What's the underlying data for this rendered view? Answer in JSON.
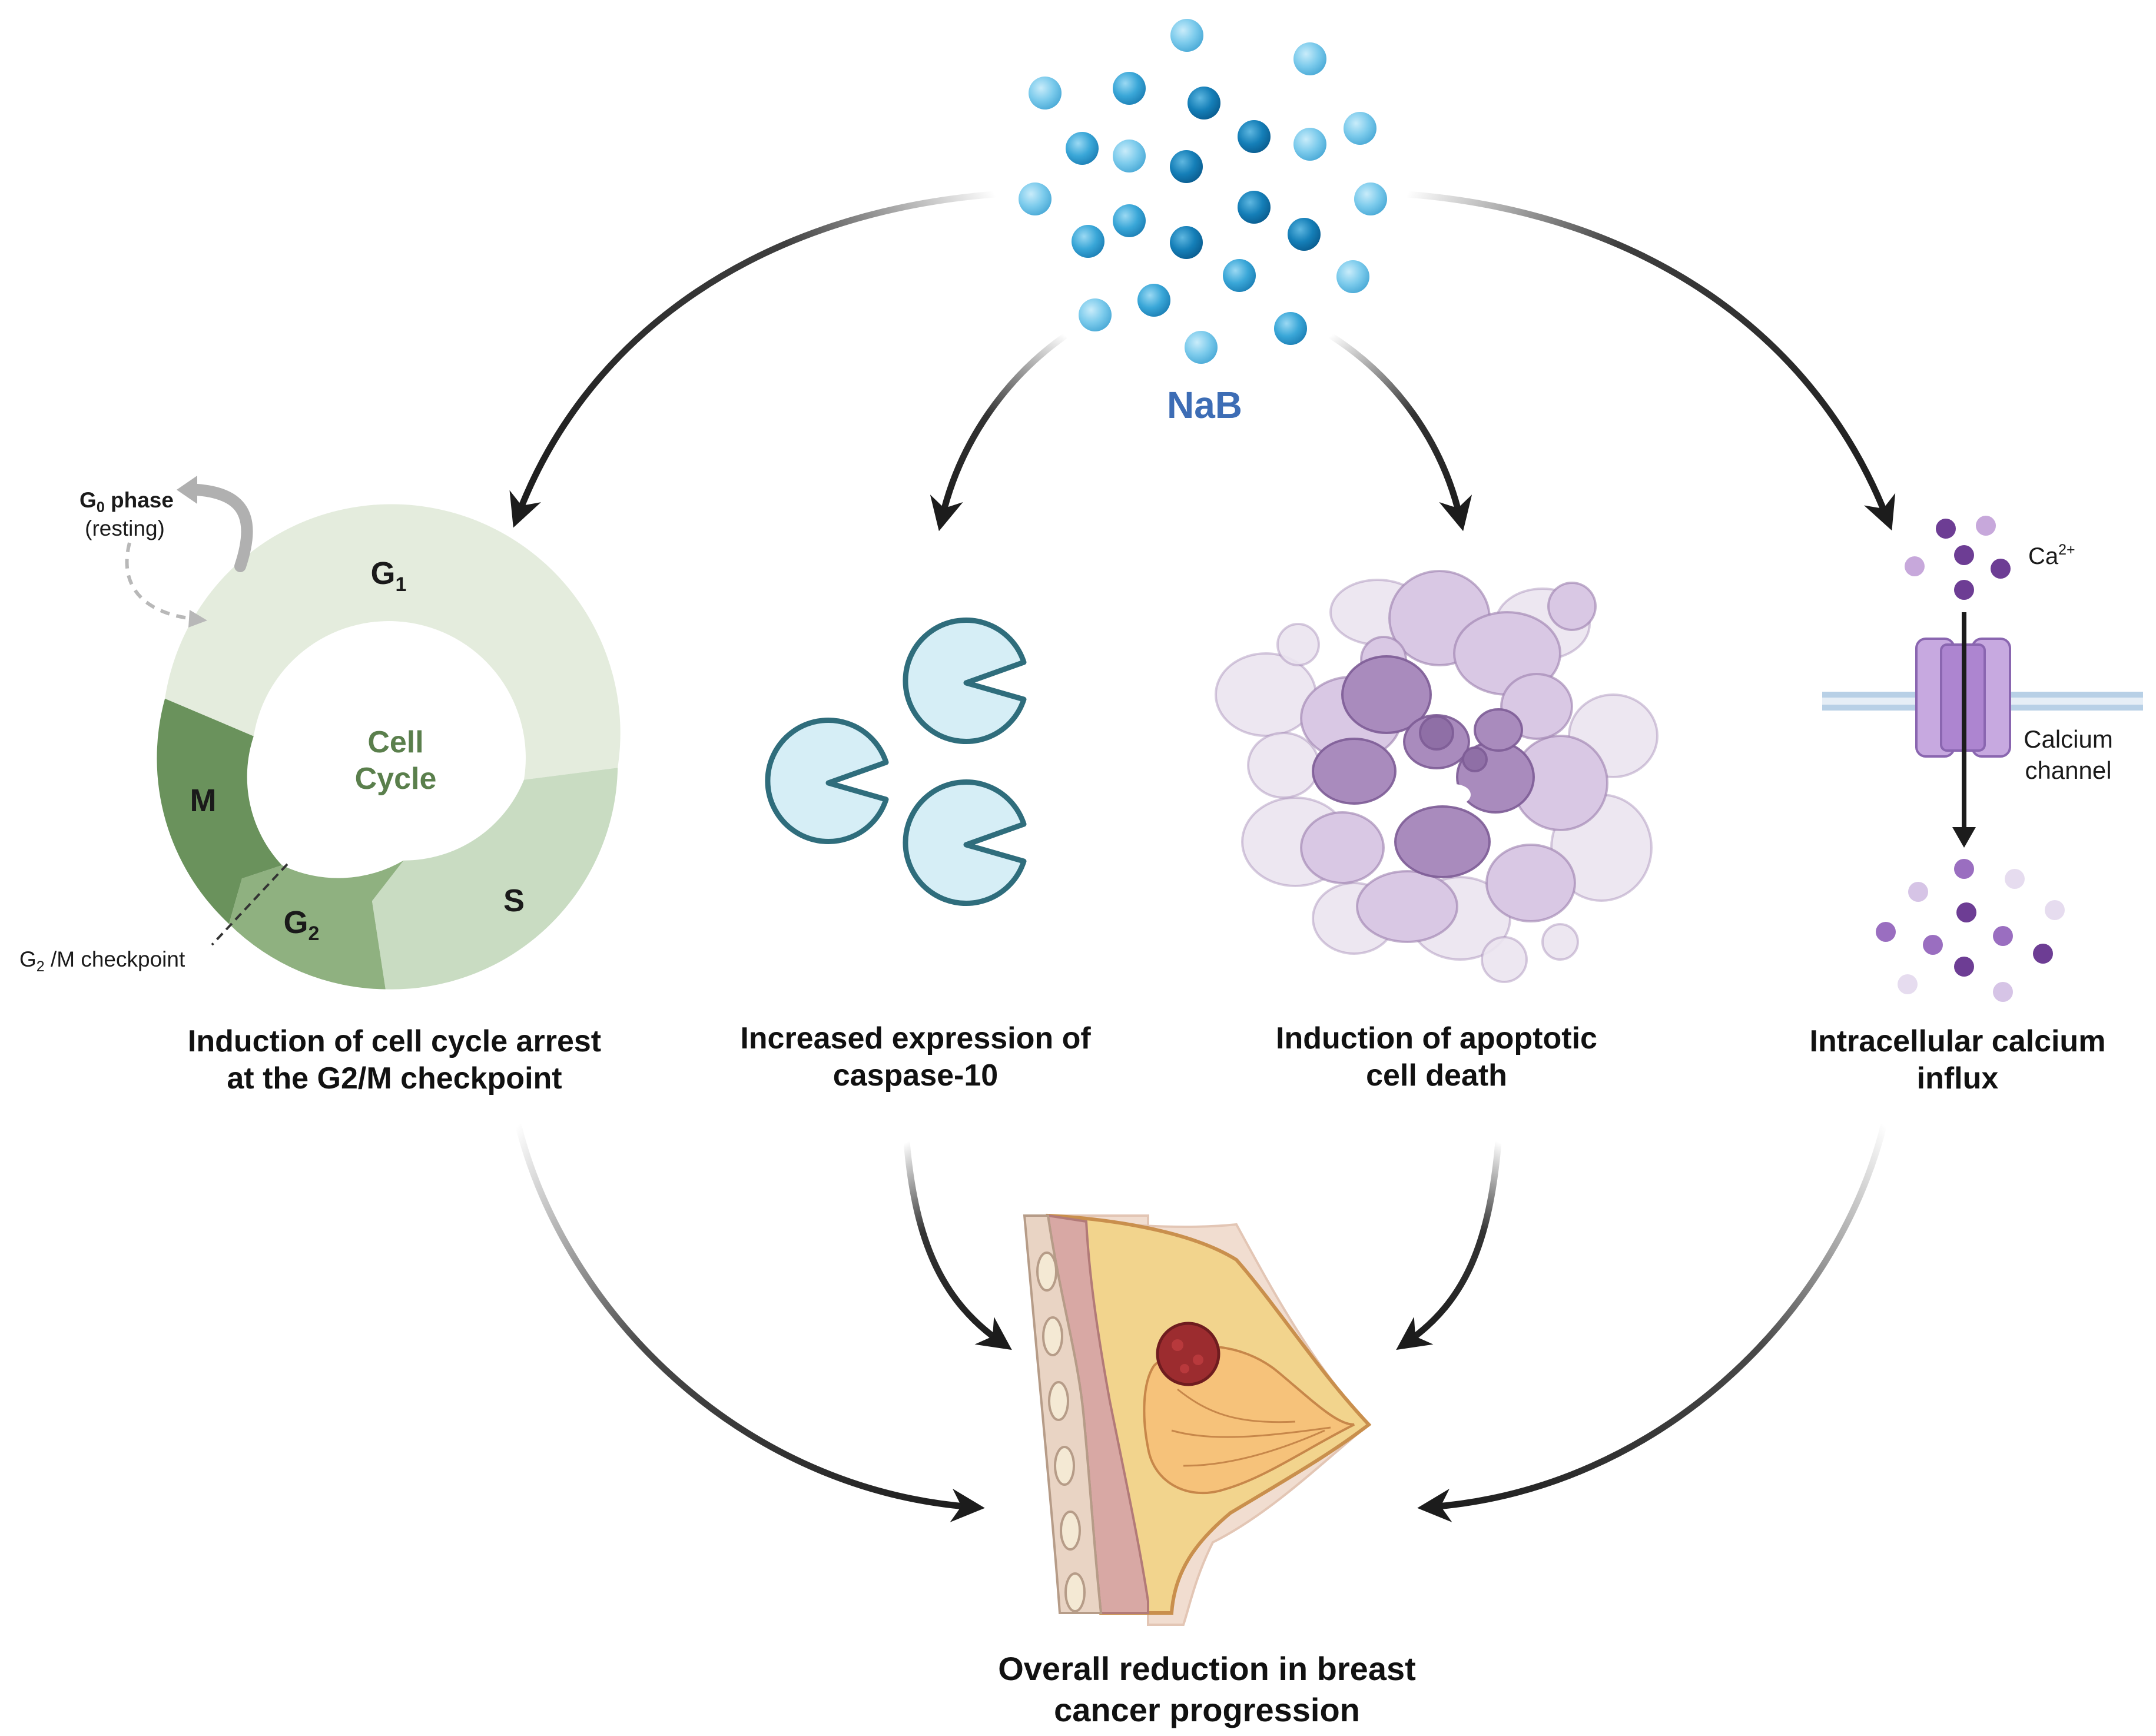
{
  "source": {
    "label": "NaB",
    "color": "#3d6db5"
  },
  "cell_cycle": {
    "title_line1": "Cell",
    "title_line2": "Cycle",
    "phase_g1": "G",
    "phase_g1_sub": "1",
    "phase_s": "S",
    "phase_g2": "G",
    "phase_g2_sub": "2",
    "phase_m": "M",
    "g0_main": "G",
    "g0_sub": "0",
    "g0_rest": " phase",
    "g0_note": "(resting)",
    "checkpoint_main": "G",
    "checkpoint_sub": "2",
    "checkpoint_rest": " /M checkpoint",
    "colors": {
      "g1": "#e4ecdd",
      "s": "#c9dcc2",
      "g2": "#8fb180",
      "m": "#6a925c",
      "title": "#5a7f4c"
    }
  },
  "calcium": {
    "ion_base": "Ca",
    "ion_sup": "2+",
    "channel_line1": "Calcium",
    "channel_line2": "channel"
  },
  "effects": [
    {
      "line1": "Induction of cell cycle arrest",
      "line2": "at the G2/M checkpoint"
    },
    {
      "line1": "Increased expression of",
      "line2": "caspase-10"
    },
    {
      "line1": "Induction of apoptotic",
      "line2": "cell death"
    },
    {
      "line1": "Intracellular calcium",
      "line2": "influx"
    }
  ],
  "outcome": {
    "line1": "Overall reduction in breast",
    "line2": "cancer progression"
  },
  "icons": [
    "nab-particles-icon",
    "cell-cycle-ring-icon",
    "caspase-enzyme-icon",
    "apoptotic-cell-icon",
    "calcium-channel-icon",
    "breast-tumor-icon"
  ]
}
